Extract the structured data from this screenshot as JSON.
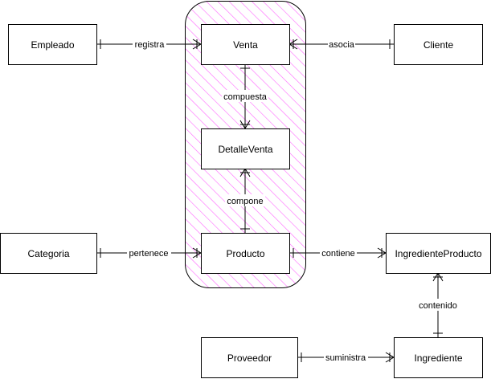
{
  "colors": {
    "highlight_stroke": "#000000",
    "highlight_hatch": "#ff66ff",
    "entity_stroke": "#000000",
    "entity_fill": "#ffffff"
  },
  "entities": {
    "empleado": "Empleado",
    "venta": "Venta",
    "cliente": "Cliente",
    "detalle_venta": "DetalleVenta",
    "categoria": "Categoria",
    "producto": "Producto",
    "ingrediente_producto": "IngredienteProducto",
    "proveedor": "Proveedor",
    "ingrediente": "Ingrediente"
  },
  "relations": {
    "registra": "registra",
    "asocia": "asocia",
    "compuesta": "compuesta",
    "compone": "compone",
    "pertenece": "pertenece",
    "contiene": "contiene",
    "contenido": "contenido",
    "suministra": "suministra"
  }
}
